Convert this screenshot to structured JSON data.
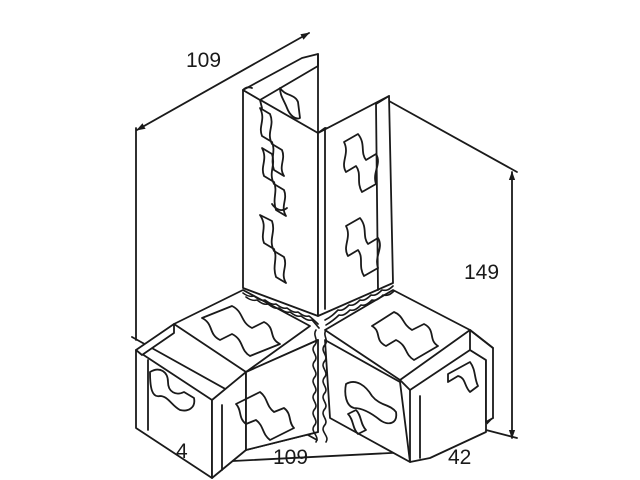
{
  "diagram": {
    "dimensions": {
      "top_width": "109",
      "height": "149",
      "bottom_width": "109",
      "thickness": "4",
      "leg_width": "42"
    },
    "colors": {
      "line": "#1a1a1a",
      "background": "#ffffff"
    }
  }
}
